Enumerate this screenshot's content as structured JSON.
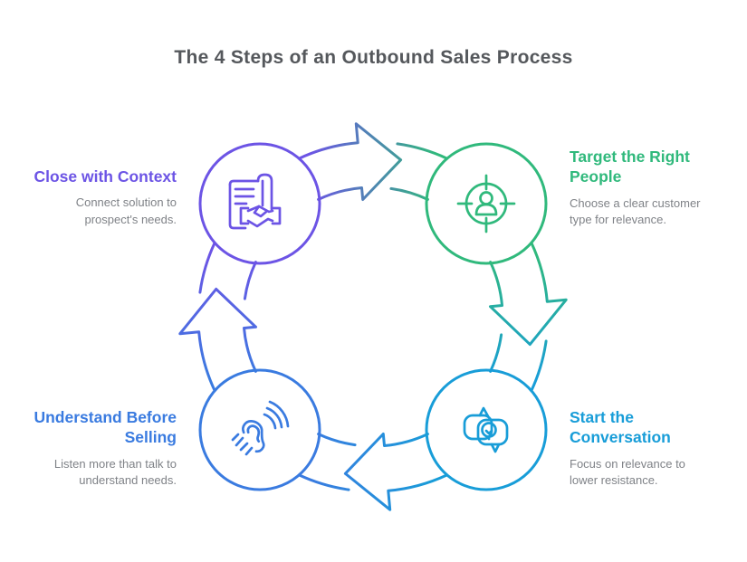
{
  "title": "The 4 Steps of an Outbound Sales Process",
  "steps": [
    {
      "title": "Target the Right People",
      "description": "Choose a clear customer type for relevance.",
      "color": "#30b97c",
      "icon": "person-target-icon"
    },
    {
      "title": "Start the Conversation",
      "description": "Focus on relevance to lower resistance.",
      "color": "#189dd8",
      "icon": "chat-lightbulb-icon"
    },
    {
      "title": "Understand Before Selling",
      "description": "Listen more than talk to understand needs.",
      "color": "#3a7be0",
      "icon": "listening-ear-icon"
    },
    {
      "title": "Close with Context",
      "description": "Connect solution to prospect's needs.",
      "color": "#6c54e5",
      "icon": "contract-handshake-icon"
    }
  ],
  "cycle_direction": "clockwise",
  "colors": {
    "title_text": "#55585c",
    "body_text": "#7f8287",
    "background": "#ffffff"
  }
}
